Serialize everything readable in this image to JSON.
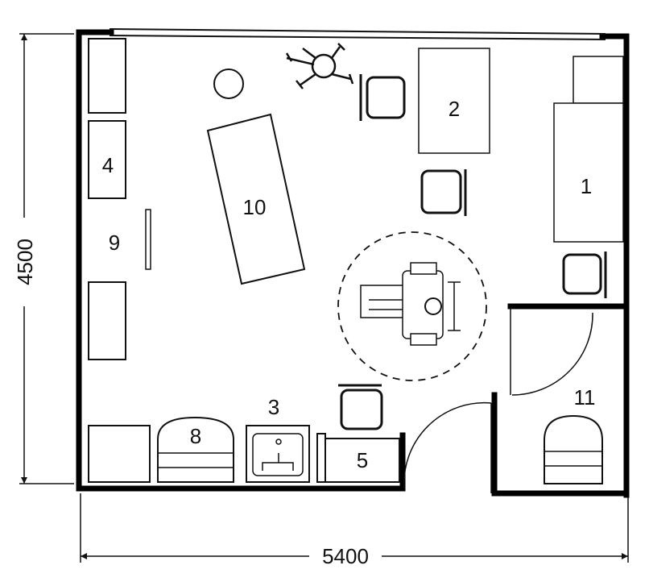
{
  "dimensions": {
    "width": "5400",
    "height": "4500"
  },
  "labels": {
    "l1": "1",
    "l2": "2",
    "l3": "3",
    "l4": "4",
    "l5": "5",
    "l8": "8",
    "l9": "9",
    "l10": "10",
    "l11": "11"
  }
}
